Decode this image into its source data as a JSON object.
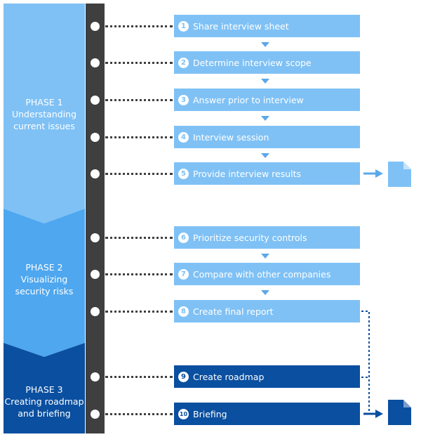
{
  "phases": [
    {
      "label": "PHASE 1",
      "description": [
        "Understanding",
        "current issues"
      ],
      "color": "#7fc1f5"
    },
    {
      "label": "PHASE 2",
      "description": [
        "Visualizing",
        "security risks"
      ],
      "color": "#4ea7ef"
    },
    {
      "label": "PHASE 3",
      "description": [
        "Creating roadmap",
        "and briefing"
      ],
      "color": "#0a4fa0"
    }
  ],
  "steps": [
    {
      "number": "1",
      "label": "Share interview sheet",
      "phase": 1
    },
    {
      "number": "2",
      "label": "Determine interview scope",
      "phase": 1
    },
    {
      "number": "3",
      "label": "Answer prior to interview",
      "phase": 1
    },
    {
      "number": "4",
      "label": "Interview session",
      "phase": 1
    },
    {
      "number": "5",
      "label": "Provide interview results",
      "phase": 1
    },
    {
      "number": "6",
      "label": "Prioritize security controls",
      "phase": 2
    },
    {
      "number": "7",
      "label": "Compare with other companies",
      "phase": 2
    },
    {
      "number": "8",
      "label": "Create final report",
      "phase": 2
    },
    {
      "number": "9",
      "label": "Create roadmap",
      "phase": 3
    },
    {
      "number": "10",
      "label": "Briefing",
      "phase": 3
    }
  ],
  "colors": {
    "rail": "#3f3f3f",
    "step_light": "#7fc1f5",
    "step_dark": "#0a4fa0",
    "arrow_light": "#5aa8ea",
    "arrow_dark": "#0a4fa0"
  },
  "icons": {
    "results_document": "document-icon",
    "final_document": "document-icon"
  }
}
